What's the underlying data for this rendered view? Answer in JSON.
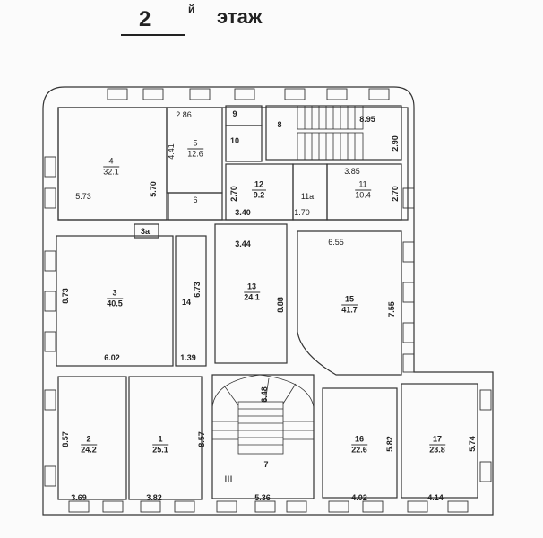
{
  "title": {
    "number": "2",
    "suffix": "й",
    "word": "этаж"
  },
  "rooms": [
    {
      "number": "4",
      "area": "32.1"
    },
    {
      "number": "5",
      "area": "12.6"
    },
    {
      "number": "12",
      "area": "9.2"
    },
    {
      "number": "11",
      "area": "10.4"
    },
    {
      "number": "3",
      "area": "40.5"
    },
    {
      "number": "13",
      "area": "24.1"
    },
    {
      "number": "15",
      "area": "41.7"
    },
    {
      "number": "2",
      "area": "24.2"
    },
    {
      "number": "1",
      "area": "25.1"
    },
    {
      "number": "16",
      "area": "22.6"
    },
    {
      "number": "17",
      "area": "23.8"
    }
  ],
  "room_tags": {
    "r6": "6",
    "r8": "8",
    "r9": "9",
    "r10": "10",
    "r11a": "11a",
    "r3a": "3a",
    "r14": "14",
    "r7": "7",
    "stair": "III"
  },
  "dimensions": {
    "d286": "2.86",
    "d895": "8.95",
    "d290": "2.90",
    "d441": "4.41",
    "d570": "5.70",
    "d573": "5.73",
    "d270a": "2.70",
    "d270b": "2.70",
    "d385": "3.85",
    "d340": "3.40",
    "d170": "1.70",
    "d344": "3.44",
    "d655": "6.55",
    "d873": "8.73",
    "d673": "6.73",
    "d888": "8.88",
    "d755": "7.55",
    "d602": "6.02",
    "d139": "1.39",
    "d857a": "8.57",
    "d857b": "8.57",
    "d648": "6.48",
    "d582": "5.82",
    "d574": "5.74",
    "d369": "3.69",
    "d382": "3.82",
    "d536": "5.36",
    "d402": "4.02",
    "d414": "4.14"
  }
}
